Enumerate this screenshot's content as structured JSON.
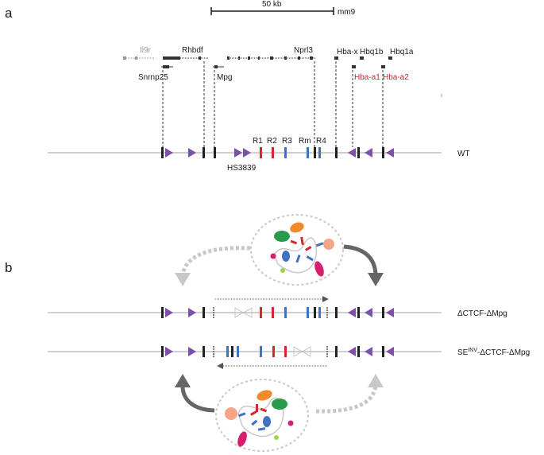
{
  "panels": {
    "a": "a",
    "b": "b"
  },
  "scale_bar": {
    "length": "50 kb",
    "assembly": "mm9"
  },
  "genes": {
    "il9r": "Il9r",
    "rhbdf": "Rhbdf",
    "snrnp25": "Snrnp25",
    "mpg": "Mpg",
    "nprl3": "Nprl3",
    "hba_x": "Hba-x",
    "hbq1b": "Hbq1b",
    "hbq1a": "Hbq1a",
    "hba_a1": "Hba-a1",
    "hba_a2": "Hba-a2"
  },
  "elements": {
    "r1": "R1",
    "r2": "R2",
    "r3": "R3",
    "rm": "Rm",
    "r4": "R4",
    "hs3839": "HS3839"
  },
  "alleles": {
    "wt": "WT",
    "dctcf_prefix": "ΔCTCF-ΔMpg",
    "se_main": "SE",
    "se_sup": "INV",
    "se_rest": "-ΔCTCF-ΔMpg"
  },
  "colors": {
    "ctcf_site": "#7b52a8",
    "enhancer_red": "#d7272e",
    "enhancer_blue": "#3e73c2",
    "track": "#cfcfcf",
    "arrow_dark": "#666666",
    "arrow_light": "#c8c8c8",
    "highlight_gene": "#c0272d"
  }
}
